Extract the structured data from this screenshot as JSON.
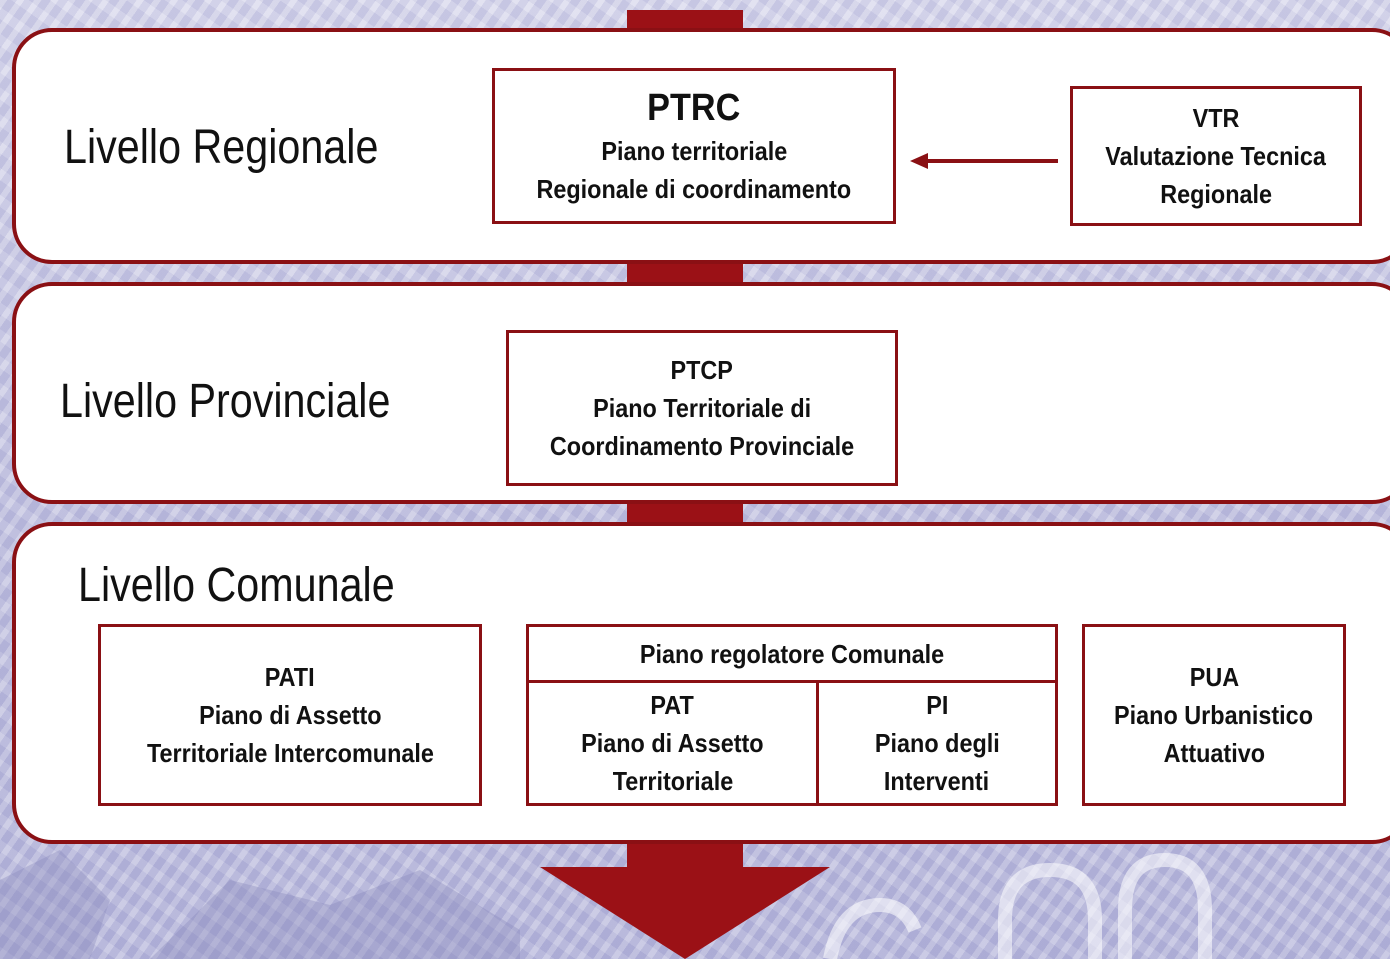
{
  "colors": {
    "accent": "#9b1116",
    "border": "#8a1014",
    "background": "#c9c9e3"
  },
  "levels": {
    "regionale": {
      "title": "Livello Regionale",
      "ptrc": {
        "code": "PTRC",
        "line1": "Piano territoriale",
        "line2": "Regionale di coordinamento"
      },
      "vtr": {
        "code": "VTR",
        "line1": "Valutazione Tecnica",
        "line2": "Regionale"
      }
    },
    "provinciale": {
      "title": "Livello Provinciale",
      "ptcp": {
        "code": "PTCP",
        "line1": "Piano Territoriale di",
        "line2": "Coordinamento Provinciale"
      }
    },
    "comunale": {
      "title": "Livello Comunale",
      "pati": {
        "code": "PATI",
        "line1": "Piano di Assetto",
        "line2": "Territoriale Intercomunale"
      },
      "prc": {
        "header": "Piano regolatore Comunale",
        "pat": {
          "code": "PAT",
          "line1": "Piano di Assetto",
          "line2": "Territoriale"
        },
        "pi": {
          "code": "PI",
          "line1": "Piano degli",
          "line2": "Interventi"
        }
      },
      "pua": {
        "code": "PUA",
        "line1": "Piano Urbanistico",
        "line2": "Attuativo"
      }
    }
  }
}
